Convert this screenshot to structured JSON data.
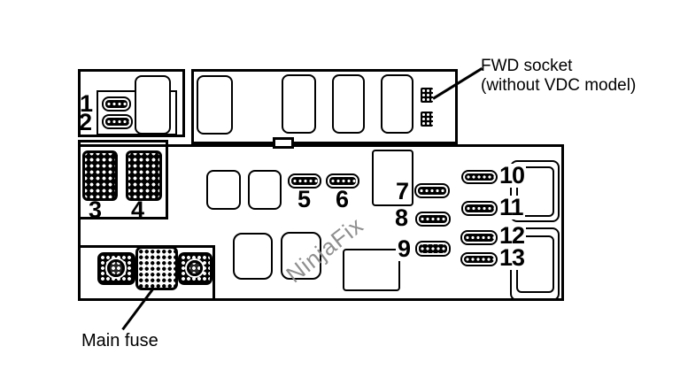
{
  "colors": {
    "background": "#ffffff",
    "line": "#000000",
    "watermark": "#8f8f8f"
  },
  "watermark": {
    "text": "NinjaFix"
  },
  "callouts": {
    "fwd_socket": {
      "line1": "FWD socket",
      "line2": "(without VDC model)"
    },
    "main_fuse": {
      "label": "Main fuse"
    }
  },
  "fuse_numbers": {
    "n1": "1",
    "n2": "2",
    "n3": "3",
    "n4": "4",
    "n5": "5",
    "n6": "6",
    "n7": "7",
    "n8": "8",
    "n9": "9",
    "n10": "10",
    "n11": "11",
    "n12": "12",
    "n13": "13"
  }
}
